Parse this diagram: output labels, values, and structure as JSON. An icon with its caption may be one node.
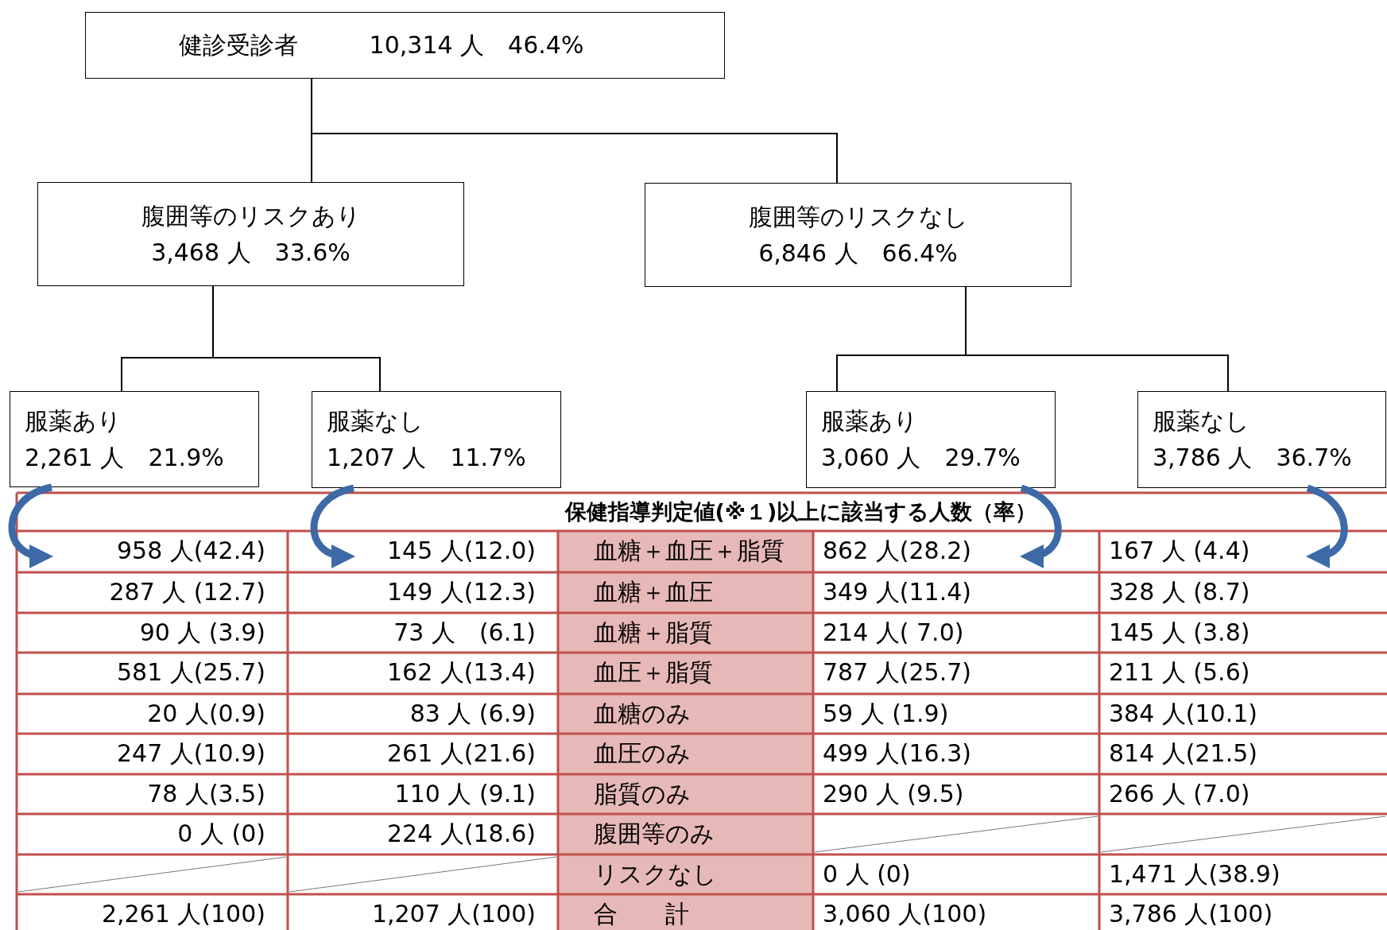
{
  "diagram": {
    "nodes": [
      {
        "text": [
          "健診受診者",
          "10,314 人　46.4%"
        ]
      },
      {
        "text": [
          "腹囲等のリスクあり",
          "3,468 人　33.6%"
        ]
      },
      {
        "text": [
          "腹囲等のリスクなし",
          "6,846 人　66.4%"
        ]
      },
      {
        "text": [
          "服薬あり",
          "2,261 人　21.9%"
        ]
      },
      {
        "text": [
          "服薬なし",
          "1,207 人　11.7%"
        ]
      },
      {
        "text": [
          "服薬あり",
          "3,060 人　29.7%"
        ]
      },
      {
        "text": [
          "服薬なし",
          "3,786 人　36.7%"
        ]
      }
    ],
    "edges": [
      {
        "from": 0,
        "to": 1,
        "arrow": "none"
      },
      {
        "from": 0,
        "to": 2,
        "arrow": "none"
      },
      {
        "from": 1,
        "to": 3,
        "arrow": "none"
      },
      {
        "from": 1,
        "to": 4,
        "arrow": "none"
      },
      {
        "from": 2,
        "to": 5,
        "arrow": "none"
      },
      {
        "from": 2,
        "to": 6,
        "arrow": "none"
      },
      {
        "from": 3,
        "to": null,
        "arrow": "to",
        "style": "thick",
        "color": "#3d6aa6"
      },
      {
        "from": 4,
        "to": null,
        "arrow": "to",
        "style": "thick",
        "color": "#3d6aa6"
      },
      {
        "from": 5,
        "to": null,
        "arrow": "to",
        "style": "thick",
        "color": "#3d6aa6"
      },
      {
        "from": 6,
        "to": null,
        "arrow": "to",
        "style": "thick",
        "color": "#3d6aa6"
      }
    ],
    "labels": [
      "保健指導判定値(※１)以上に該当する人数（率）",
      "958 人(42.4)",
      "145 人(12.0)",
      "血糖＋血圧＋脂質",
      "862 人(28.2)",
      "167 人 (4.4)",
      "287 人 (12.7)",
      "149 人(12.3)",
      "血糖＋血圧",
      "349 人(11.4)",
      "328 人 (8.7)",
      "90 人 (3.9)",
      "73 人　(6.1)",
      "血糖＋脂質",
      "214 人( 7.0)",
      "145 人 (3.8)",
      "581 人(25.7)",
      "162 人(13.4)",
      "血圧＋脂質",
      "787 人(25.7)",
      "211 人 (5.6)",
      "20 人(0.9)",
      "83 人 (6.9)",
      "血糖のみ",
      "59 人 (1.9)",
      "384 人(10.1)",
      "247 人(10.9)",
      "261 人(21.6)",
      "血圧のみ",
      "499 人(16.3)",
      "814 人(21.5)",
      "78 人(3.5)",
      "110 人 (9.1)",
      "脂質のみ",
      "290 人 (9.5)",
      "266 人 (7.0)",
      "0 人 (0)",
      "224 人(18.6)",
      "腹囲等のみ",
      "リスクなし",
      "0 人 (0)",
      "1,471 人(38.9)",
      "2,261 人(100)",
      "1,207 人(100)",
      "合　　計",
      "3,060 人(100)",
      "3,786 人(100)"
    ]
  }
}
